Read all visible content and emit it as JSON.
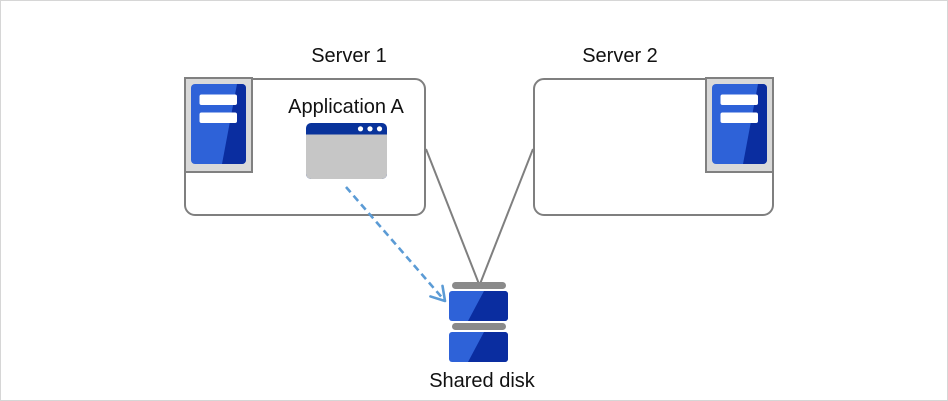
{
  "diagram": {
    "server1": {
      "label": "Server 1",
      "icon": "server-tower-icon"
    },
    "server2": {
      "label": "Server 2",
      "icon": "server-tower-icon"
    },
    "application": {
      "label": "Application A",
      "icon": "application-window-icon"
    },
    "shared_disk": {
      "label": "Shared disk",
      "icon": "database-disk-icon"
    },
    "connections": [
      {
        "from": "Server 1",
        "to": "Shared disk",
        "style": "solid-gray-line"
      },
      {
        "from": "Server 2",
        "to": "Shared disk",
        "style": "solid-gray-line"
      },
      {
        "from": "Application A",
        "to": "Shared disk",
        "style": "dashed-blue-arrow"
      }
    ],
    "colors": {
      "box_border": "#7f7f7f",
      "connector_gray": "#7f7f7f",
      "arrow_blue": "#5b9bd5",
      "server_blue_light": "#2e62d8",
      "server_blue_dark": "#0a2da0",
      "window_titlebar_navy": "#09339b",
      "window_body_gray": "#c6c6c6",
      "icon_plate_gray": "#d9d9d9",
      "disk_bar_gray": "#8a8a8a",
      "background": "#ffffff"
    }
  }
}
